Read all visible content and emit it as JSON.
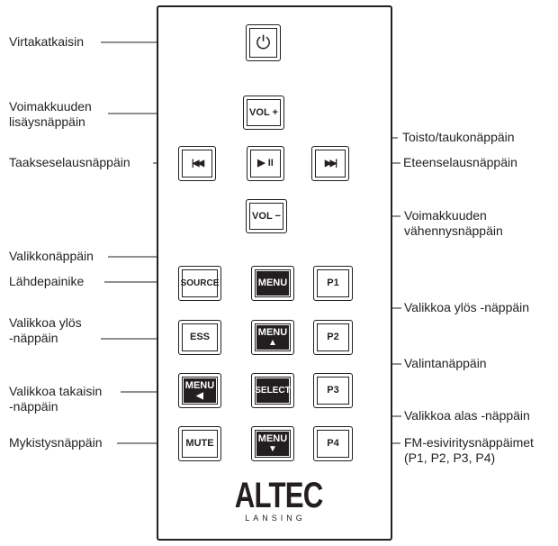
{
  "buttons": {
    "power_symbol": "⏻",
    "vol_plus": "VOL +",
    "prev": "|◀◀",
    "play_pause": "▶ II",
    "next": "▶▶|",
    "vol_minus": "VOL −",
    "source": "SOURCE",
    "menu": "MENU",
    "p1": "P1",
    "ess": "ESS",
    "menu_up": "MENU",
    "menu_up_arrow": "▲",
    "p2": "P2",
    "menu_back": "MENU",
    "menu_back_arrow": "◀",
    "select": "SELECT",
    "p3": "P3",
    "mute": "MUTE",
    "menu_down": "MENU",
    "menu_down_arrow": "▼",
    "p4": "P4"
  },
  "labels": {
    "power": "Virtakatkaisin",
    "vol_up_1": "Voimakkuuden",
    "vol_up_2": "lisäysnäppäin",
    "play_pause": "Toisto/taukonäppäin",
    "rewind": "Taakseselausnäppäin",
    "forward": "Eteenselausnäppäin",
    "vol_down_1": "Voimakkuuden",
    "vol_down_2": "vähennysnäppäin",
    "menu": "Valikkonäppäin",
    "source": "Lähdepainike",
    "menu_up_left_1": "Valikkoa ylös",
    "menu_up_left_2": "-näppäin",
    "menu_up_right": "Valikkoa ylös -näppäin",
    "select": "Valintanäppäin",
    "menu_back_1": "Valikkoa takaisin",
    "menu_back_2": "-näppäin",
    "menu_down": "Valikkoa alas -näppäin",
    "mute": "Mykistysnäppäin",
    "presets_1": "FM-esiviritysnäppäimet",
    "presets_2": "(P1, P2, P3, P4)"
  },
  "logo": {
    "brand": "ALTEC",
    "sub": "LANSING"
  }
}
